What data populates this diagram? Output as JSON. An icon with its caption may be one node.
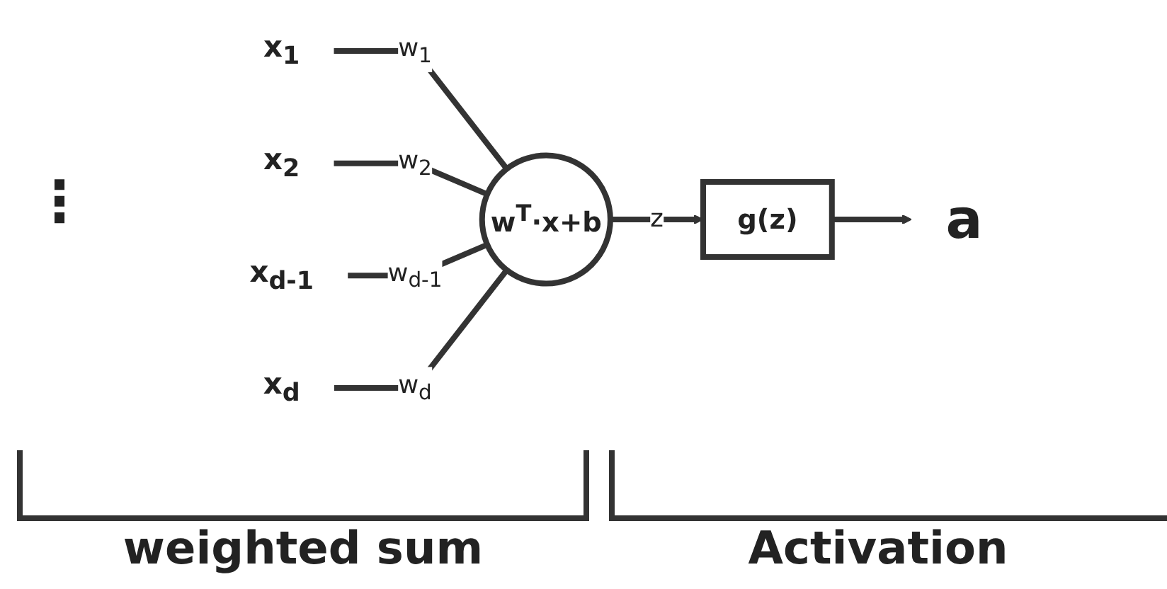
{
  "diagram": {
    "nodes": [
      {
        "text": [
          "x$_{1}$"
        ]
      },
      {
        "text": [
          "x$_{2}$"
        ]
      },
      {
        "text": [
          "x$_{d-1}$"
        ]
      },
      {
        "text": [
          "x$_{d}$"
        ]
      },
      {
        "text": [
          "w$^{T}$·x+b"
        ]
      },
      {
        "text": [
          "g(z)"
        ]
      },
      {
        "text": [
          "a"
        ]
      }
    ],
    "edges": [
      {
        "from": 0,
        "to": 4,
        "arrow": "none",
        "label": "w$_{1}$"
      },
      {
        "from": 1,
        "to": 4,
        "arrow": "none",
        "label": "w$_{2}$"
      },
      {
        "from": 2,
        "to": 4,
        "arrow": "none",
        "label": "w$_{d-1}$"
      },
      {
        "from": 3,
        "to": 4,
        "arrow": "none",
        "label": "w$_{d}$"
      },
      {
        "from": 4,
        "to": 5,
        "arrow": "to",
        "label": "z"
      },
      {
        "from": 5,
        "to": 6,
        "arrow": "to"
      }
    ],
    "labels": [
      "⋮",
      "weighted sum",
      "Activation"
    ]
  }
}
